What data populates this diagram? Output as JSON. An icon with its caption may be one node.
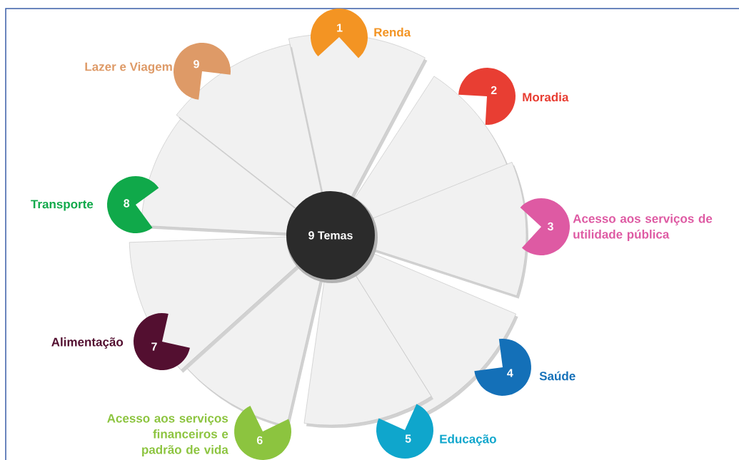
{
  "diagram": {
    "nodes": [
      {
        "text": [
          "9 Temas"
        ]
      },
      {
        "text": [
          "1"
        ],
        "beside": [
          "Renda"
        ]
      },
      {
        "text": [
          "2"
        ],
        "beside": [
          "Moradia"
        ]
      },
      {
        "text": [
          "3"
        ],
        "beside": [
          "Acesso aos serviços de utilidade pública"
        ]
      },
      {
        "text": [
          "4"
        ],
        "beside": [
          "Saúde"
        ]
      },
      {
        "text": [
          "5"
        ],
        "beside": [
          "Educação"
        ]
      },
      {
        "text": [
          "6"
        ],
        "beside": [
          "Acesso aos serviços financeiros e padrão de vida"
        ]
      },
      {
        "text": [
          "7"
        ],
        "beside": [
          "Alimentação"
        ]
      },
      {
        "text": [
          "8"
        ],
        "beside": [
          "Transporte"
        ]
      },
      {
        "text": [
          "9"
        ],
        "beside": [
          "Lazer e Viagem"
        ]
      }
    ]
  }
}
